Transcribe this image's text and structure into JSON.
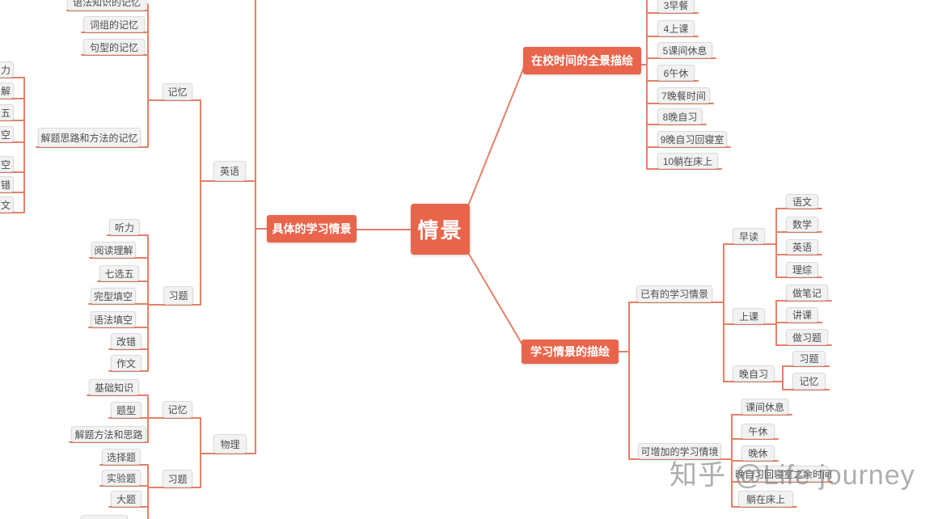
{
  "colors": {
    "accent": "#e8654c",
    "line": "#e58066",
    "node_bg": "#f2f2f2",
    "node_border": "#dcdcdc",
    "node_text": "#4d4d4d",
    "watermark_gray": "#7e7e7e"
  },
  "watermark": {
    "text": "知乎 @Life journey"
  },
  "mindmap": {
    "nodes": [
      {
        "id": "root",
        "label": "情景",
        "kind": "root",
        "parent": null
      },
      {
        "id": "b-specific",
        "label": "具体的学习情景",
        "kind": "branch",
        "parent": "root"
      },
      {
        "id": "b-school",
        "label": "在校时间的全景描绘",
        "kind": "branch",
        "parent": "root"
      },
      {
        "id": "b-depict",
        "label": "学习情景的描绘",
        "kind": "branch",
        "parent": "root"
      },
      {
        "id": "en",
        "label": "英语",
        "kind": "leaf",
        "parent": "b-specific"
      },
      {
        "id": "en-mem",
        "label": "记忆",
        "kind": "leaf",
        "parent": "en"
      },
      {
        "id": "en-ex",
        "label": "习题",
        "kind": "leaf",
        "parent": "en"
      },
      {
        "id": "g1",
        "label": "语法知识的记忆",
        "kind": "leaf",
        "parent": "en-mem"
      },
      {
        "id": "g2",
        "label": "词组的记忆",
        "kind": "leaf",
        "parent": "en-mem"
      },
      {
        "id": "g3",
        "label": "句型的记忆",
        "kind": "leaf",
        "parent": "en-mem"
      },
      {
        "id": "g4",
        "label": "解题思路和方法的记忆",
        "kind": "leaf",
        "parent": "en-mem"
      },
      {
        "id": "g4c1",
        "label": "力",
        "kind": "leaf cut",
        "parent": "g4"
      },
      {
        "id": "g4c2",
        "label": "解",
        "kind": "leaf cut",
        "parent": "g4"
      },
      {
        "id": "g4c3",
        "label": "五",
        "kind": "leaf cut",
        "parent": "g4"
      },
      {
        "id": "g4c4",
        "label": "空",
        "kind": "leaf cut",
        "parent": "g4"
      },
      {
        "id": "g4c5",
        "label": "空",
        "kind": "leaf cut",
        "parent": "g4"
      },
      {
        "id": "g4c6",
        "label": "错",
        "kind": "leaf cut",
        "parent": "g4"
      },
      {
        "id": "g4c7",
        "label": "文",
        "kind": "leaf cut",
        "parent": "g4"
      },
      {
        "id": "ex1",
        "label": "听力",
        "kind": "leaf",
        "parent": "en-ex"
      },
      {
        "id": "ex2",
        "label": "阅读理解",
        "kind": "leaf",
        "parent": "en-ex"
      },
      {
        "id": "ex3",
        "label": "七选五",
        "kind": "leaf",
        "parent": "en-ex"
      },
      {
        "id": "ex4",
        "label": "完型填空",
        "kind": "leaf",
        "parent": "en-ex"
      },
      {
        "id": "ex5",
        "label": "语法填空",
        "kind": "leaf",
        "parent": "en-ex"
      },
      {
        "id": "ex6",
        "label": "改错",
        "kind": "leaf",
        "parent": "en-ex"
      },
      {
        "id": "ex7",
        "label": "作文",
        "kind": "leaf",
        "parent": "en-ex"
      },
      {
        "id": "phy",
        "label": "物理",
        "kind": "leaf",
        "parent": "b-specific"
      },
      {
        "id": "phy-mem",
        "label": "记忆",
        "kind": "leaf",
        "parent": "phy"
      },
      {
        "id": "phy-ex",
        "label": "习题",
        "kind": "leaf",
        "parent": "phy"
      },
      {
        "id": "pm1",
        "label": "基础知识",
        "kind": "leaf",
        "parent": "phy-mem"
      },
      {
        "id": "pm2",
        "label": "题型",
        "kind": "leaf",
        "parent": "phy-mem"
      },
      {
        "id": "pm3",
        "label": "解题方法和思路",
        "kind": "leaf",
        "parent": "phy-mem"
      },
      {
        "id": "pe1",
        "label": "选择题",
        "kind": "leaf",
        "parent": "phy-ex"
      },
      {
        "id": "pe2",
        "label": "实验题",
        "kind": "leaf",
        "parent": "phy-ex"
      },
      {
        "id": "pe3",
        "label": "大题",
        "kind": "leaf",
        "parent": "phy-ex"
      },
      {
        "id": "pe4",
        "label": "",
        "kind": "leaf",
        "parent": "phy-ex"
      },
      {
        "id": "s3",
        "label": "3早餐",
        "kind": "leaf",
        "parent": "b-school"
      },
      {
        "id": "s4",
        "label": "4上课",
        "kind": "leaf",
        "parent": "b-school"
      },
      {
        "id": "s5",
        "label": "5课间休息",
        "kind": "leaf",
        "parent": "b-school"
      },
      {
        "id": "s6",
        "label": "6午休",
        "kind": "leaf",
        "parent": "b-school"
      },
      {
        "id": "s7",
        "label": "7晚餐时间",
        "kind": "leaf",
        "parent": "b-school"
      },
      {
        "id": "s8",
        "label": "8晚自习",
        "kind": "leaf",
        "parent": "b-school"
      },
      {
        "id": "s9",
        "label": "9晚自习回寝室",
        "kind": "leaf",
        "parent": "b-school"
      },
      {
        "id": "s10",
        "label": "10躺在床上",
        "kind": "leaf",
        "parent": "b-school"
      },
      {
        "id": "exist",
        "label": "已有的学习情景",
        "kind": "leaf",
        "parent": "b-depict"
      },
      {
        "id": "md",
        "label": "早读",
        "kind": "leaf",
        "parent": "exist"
      },
      {
        "id": "cls",
        "label": "上课",
        "kind": "leaf",
        "parent": "exist"
      },
      {
        "id": "es",
        "label": "晚自习",
        "kind": "leaf",
        "parent": "exist"
      },
      {
        "id": "md1",
        "label": "语文",
        "kind": "leaf",
        "parent": "md"
      },
      {
        "id": "md2",
        "label": "数学",
        "kind": "leaf",
        "parent": "md"
      },
      {
        "id": "md3",
        "label": "英语",
        "kind": "leaf",
        "parent": "md"
      },
      {
        "id": "md4",
        "label": "理综",
        "kind": "leaf",
        "parent": "md"
      },
      {
        "id": "cls1",
        "label": "做笔记",
        "kind": "leaf",
        "parent": "cls"
      },
      {
        "id": "cls2",
        "label": "讲课",
        "kind": "leaf",
        "parent": "cls"
      },
      {
        "id": "cls3",
        "label": "做习题",
        "kind": "leaf",
        "parent": "cls"
      },
      {
        "id": "es1",
        "label": "习题",
        "kind": "leaf",
        "parent": "es"
      },
      {
        "id": "es2",
        "label": "记忆",
        "kind": "leaf",
        "parent": "es"
      },
      {
        "id": "add",
        "label": "可增加的学习情境",
        "kind": "leaf",
        "parent": "b-depict"
      },
      {
        "id": "add1",
        "label": "课间休息",
        "kind": "leaf",
        "parent": "add"
      },
      {
        "id": "add2",
        "label": "午休",
        "kind": "leaf",
        "parent": "add"
      },
      {
        "id": "add3",
        "label": "晚休",
        "kind": "leaf",
        "parent": "add"
      },
      {
        "id": "add4",
        "label": "晚自习回寝室之余时间",
        "kind": "leaf",
        "parent": "add"
      },
      {
        "id": "add5",
        "label": "躺在床上",
        "kind": "leaf",
        "parent": "add"
      }
    ]
  }
}
